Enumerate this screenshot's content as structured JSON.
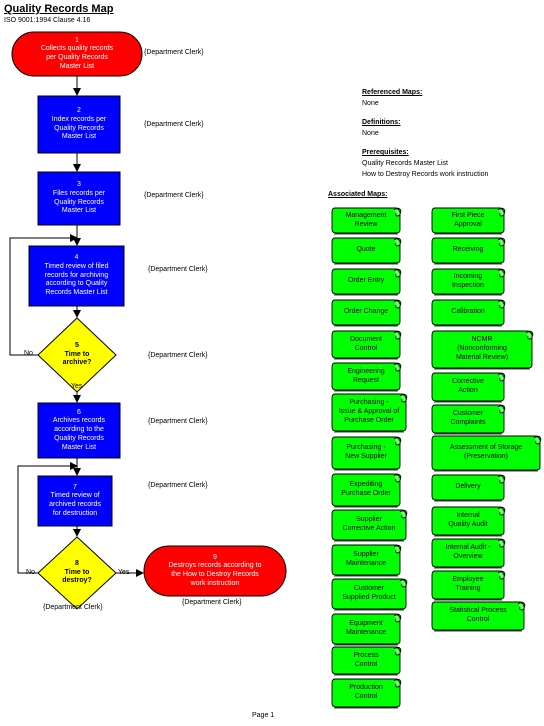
{
  "header": {
    "title": "Quality Records Map",
    "subtitle": "ISO 9001:1994 Clause 4.16"
  },
  "steps": [
    {
      "num": "1",
      "text": "Collects quality records\nper Quality Records\nMaster List",
      "owner": "{Department Clerk}"
    },
    {
      "num": "2",
      "text": "Index records per\nQuality Records\nMaster List",
      "owner": "{Department Clerk}"
    },
    {
      "num": "3",
      "text": "Files records per\nQuality Records\nMaster List",
      "owner": "{Department Clerk}"
    },
    {
      "num": "4",
      "text": "Timed review of filed\nrecords for archiving\naccording to Quality\nRecords Master List",
      "owner": "{Department Clerk}"
    },
    {
      "num": "5",
      "text": "Time to\narchive?",
      "owner": "{Department Clerk}"
    },
    {
      "num": "6",
      "text": "Archives records\naccording to the\nQuality Records\nMaster List",
      "owner": "{Department Clerk}"
    },
    {
      "num": "7",
      "text": "Timed review of\narchived records\nfor destruction",
      "owner": "{Department Clerk}"
    },
    {
      "num": "8",
      "text": "Time to\ndestroy?",
      "owner": "{Department Clerk}"
    },
    {
      "num": "9",
      "text": "Destroys records according to\nthe How to Destroy Records\nwork instruction",
      "owner": "{Department Clerk}"
    }
  ],
  "flow_labels": {
    "no": "No",
    "yes": "Yes"
  },
  "referenced_maps": {
    "heading": "Referenced Maps:",
    "value": "None"
  },
  "definitions": {
    "heading": "Definitions:",
    "value": "None"
  },
  "prerequisites": {
    "heading": "Prerequisites:",
    "items": [
      "Quality Records Master List",
      "How to Destroy Records work instruction"
    ]
  },
  "associated_maps": {
    "heading": "Associated Maps:",
    "left": [
      "Management\nReview",
      "Quote",
      "Order Entry",
      "Order Change",
      "Document\nControl",
      "Engineering\nRequest",
      "Purchasing -\nIssue & Approval of\nPurchase Order",
      "Purchasing -\nNew Supplier",
      "Expediting\nPurchase Order",
      "Supplier\nCorrective Action",
      "Supplier\nMaintenance",
      "Customer\nSupplied Product",
      "Equipment\nMaintenance",
      "Process\nControl",
      "Production\nControl"
    ],
    "right": [
      "First Piece\nApproval",
      "Receiving",
      "Incoming\nInspection",
      "Calibration",
      "NCMR\n(Nonconforming\nMaterial Review)",
      "Corrective\nAction",
      "Customer\nComplaints",
      "Assessment of Storage\n(Preservation)",
      "Delivery",
      "Internal\nQuality Audit",
      "Internal Audit -\nOverview",
      "Employee\nTraining",
      "Statistical Process\nControl"
    ]
  },
  "footer": {
    "page": "Page 1"
  },
  "colors": {
    "start_end": "#ff0000",
    "process": "#0000ff",
    "decision": "#ffff00",
    "map_button": "#00ff00"
  }
}
